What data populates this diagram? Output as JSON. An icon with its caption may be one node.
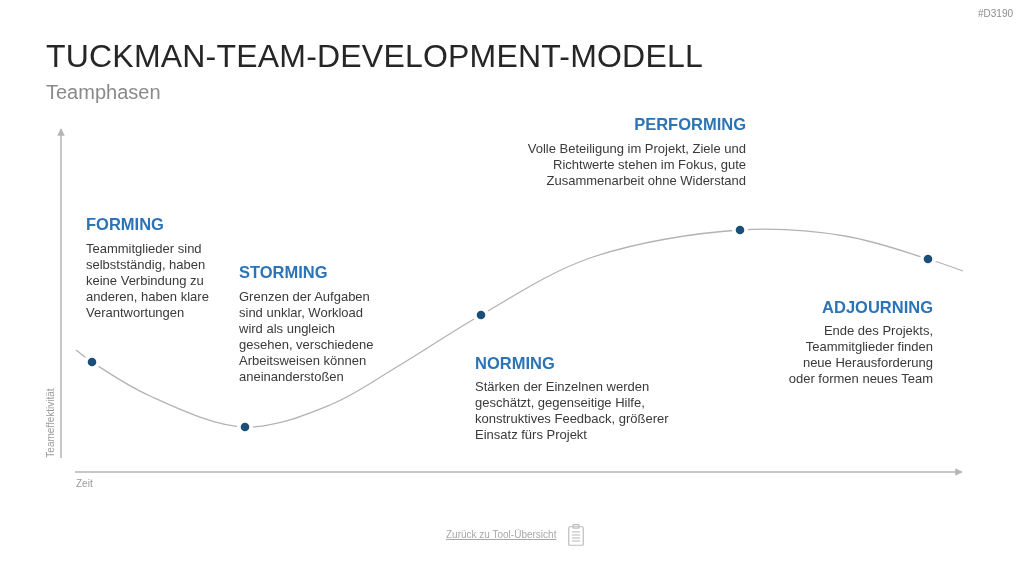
{
  "diagram": {
    "title": "TUCKMAN-TEAM-DEVELOPMENT-MODELL",
    "labels": [
      "#D3190",
      "Teamphasen",
      "PERFORMING",
      "Volle Beteiligung im Projekt, Ziele und Richtwerte stehen im Fokus, gute Zusammenarbeit ohne Widerstand",
      "FORMING",
      "Teammitglieder sind selbstständig, haben keine Verbindung zu anderen, haben klare Verantwortungen",
      "STORMING",
      "Grenzen der Aufgaben sind unklar, Workload wird als ungleich gesehen, verschiedene Arbeitsweisen können aneinanderstoßen",
      "ADJOURNING",
      "Ende des Projekts, Teammitglieder finden neue Herausforderung oder formen neues Team",
      "NORMING",
      "Stärken der Einzelnen werden geschätzt, gegenseitige Hilfe, konstruktives Feedback, größerer Einsatz fürs Projekt",
      "Teameffektivität",
      "Zeit",
      "Zurück zu Tool-Übersicht"
    ]
  }
}
